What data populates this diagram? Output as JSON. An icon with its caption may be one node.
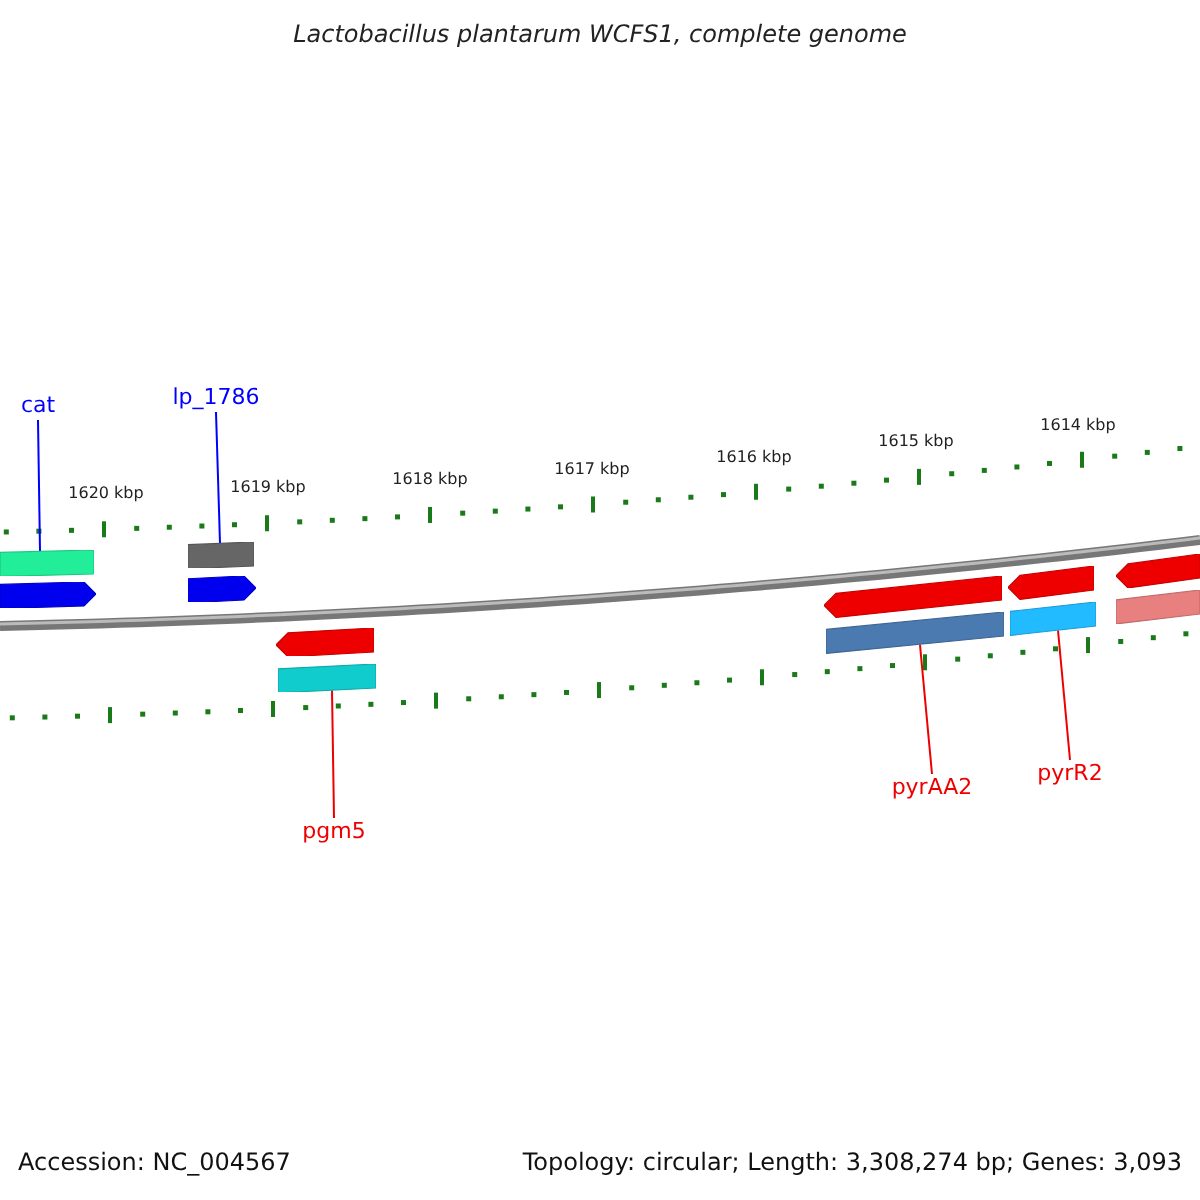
{
  "diagram": {
    "title": "Lactobacillus plantarum WCFS1, complete genome",
    "nodes": [
      {
        "text": [
          "cat"
        ]
      },
      {
        "text": [
          "lp_1786"
        ]
      },
      {
        "text": [
          "pgm5"
        ]
      },
      {
        "text": [
          "pyrAA2"
        ]
      },
      {
        "text": [
          "pyrR2"
        ]
      },
      {
        "text": [],
        "shape": "bar"
      },
      {
        "text": [],
        "shape": "bar"
      },
      {
        "text": [],
        "shape": "bar"
      },
      {
        "text": [],
        "shape": "bar"
      },
      {
        "text": [],
        "shape": "bar"
      },
      {
        "text": [],
        "shape": "arrow"
      },
      {
        "text": [],
        "shape": "arrow"
      },
      {
        "text": [],
        "shape": "arrow"
      },
      {
        "text": [],
        "shape": "arrow"
      },
      {
        "text": [],
        "shape": "arrow"
      },
      {
        "text": [],
        "shape": "arrow"
      },
      {
        "text": [],
        "shape": "bar"
      }
    ],
    "edges": [
      {
        "from": 0,
        "to": 5,
        "arrow": "none",
        "color": "#0000ff"
      },
      {
        "from": 1,
        "to": 6,
        "arrow": "none",
        "color": "#0000ff"
      },
      {
        "from": 2,
        "to": 7,
        "arrow": "none"
      },
      {
        "from": 3,
        "to": 8,
        "arrow": "none"
      },
      {
        "from": 4,
        "to": 9,
        "arrow": "none"
      }
    ],
    "labels": [
      "1620 kbp",
      "1619 kbp",
      "1618 kbp",
      "1617 kbp",
      "1616 kbp",
      "1615 kbp",
      "1614 kbp",
      "Accession: NC_004567",
      "Topology: circular; Length: 3,308,274 bp; Genes: 3,093"
    ]
  }
}
